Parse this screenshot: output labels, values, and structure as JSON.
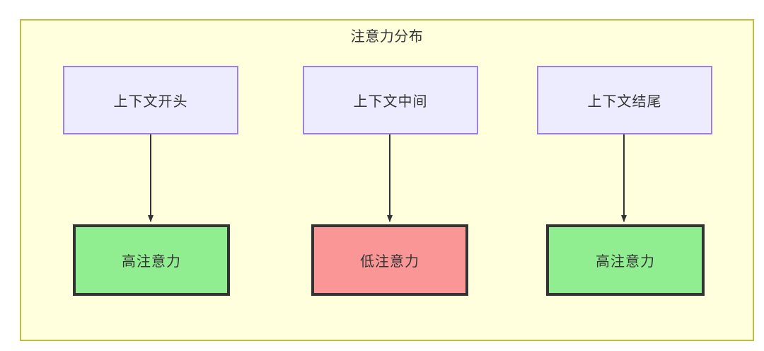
{
  "diagram": {
    "title": "注意力分布",
    "background_color": "#ffffdd",
    "border_color": "#bfbf3f",
    "type": "flowchart",
    "colors": {
      "source_fill": "#ececfe",
      "source_stroke": "#9f80e0",
      "high_attention_fill": "#90ee90",
      "low_attention_fill": "#fb9697",
      "sink_stroke": "#333333",
      "edge_stroke": "#333333",
      "text": "#333333"
    },
    "columns": [
      {
        "source": {
          "label": "上下文开头"
        },
        "sink": {
          "label": "高注意力",
          "state": "high"
        },
        "edge": {
          "label": "",
          "arrow": "triangle"
        }
      },
      {
        "source": {
          "label": "上下文中间"
        },
        "sink": {
          "label": "低注意力",
          "state": "low"
        },
        "edge": {
          "label": "",
          "arrow": "triangle"
        }
      },
      {
        "source": {
          "label": "上下文结尾"
        },
        "sink": {
          "label": "高注意力",
          "state": "high"
        },
        "edge": {
          "label": "",
          "arrow": "triangle"
        }
      }
    ]
  }
}
